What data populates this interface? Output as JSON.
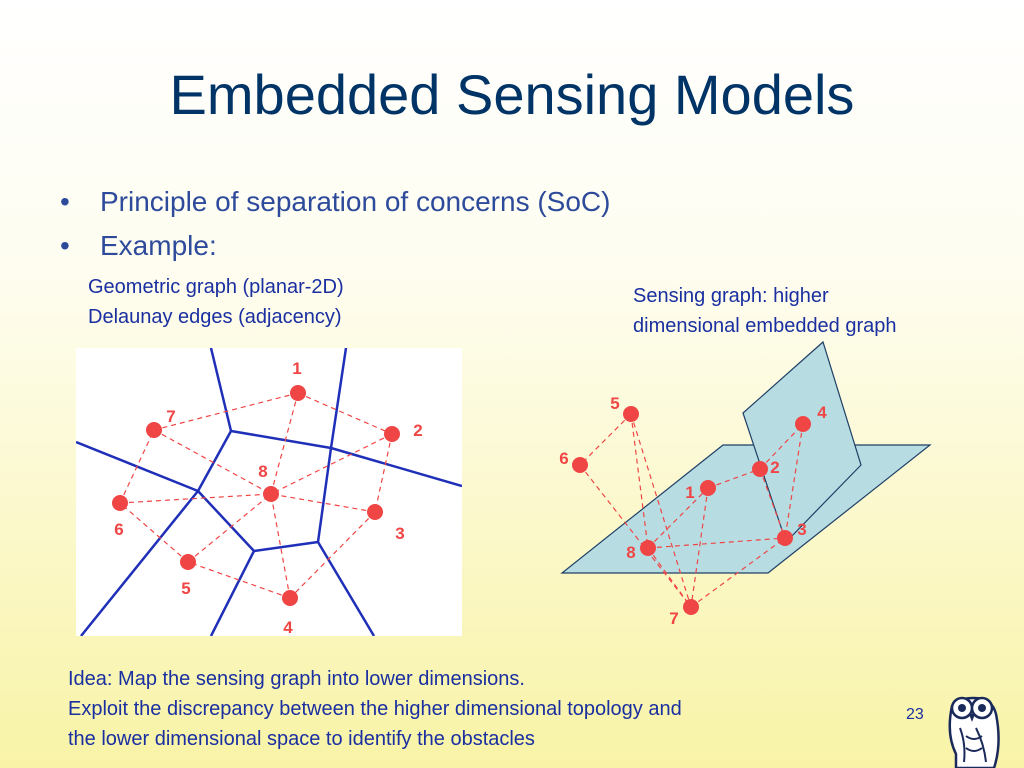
{
  "slide": {
    "title": "Embedded Sensing Models",
    "bullets": [
      {
        "marker": "•",
        "text": "Principle of separation of concerns (SoC)"
      },
      {
        "marker": "•",
        "text": "Example:"
      }
    ],
    "left_caption": [
      "Geometric graph (planar-2D)",
      "Delaunay edges (adjacency)"
    ],
    "right_caption": [
      "Sensing graph: higher",
      "dimensional embedded graph"
    ],
    "idea": [
      "Idea: Map the sensing graph into lower dimensions.",
      "Exploit the discrepancy between the higher dimensional topology and",
      "the lower dimensional space to identify the obstacles"
    ],
    "page_number": "23"
  },
  "colors": {
    "title": "#003366",
    "text": "#1a2fa0",
    "node": "#f04545",
    "voronoi": "#1f2fb8",
    "plane_fill": "#b7dde3",
    "plane_stroke": "#1f3f66"
  },
  "diagrams": {
    "geometric": {
      "node_labels": [
        "1",
        "2",
        "3",
        "4",
        "5",
        "6",
        "7",
        "8"
      ]
    },
    "sensing": {
      "node_labels": [
        "1",
        "2",
        "3",
        "4",
        "5",
        "6",
        "7",
        "8"
      ]
    }
  },
  "logo": {
    "icon": "owl-logo-icon"
  }
}
